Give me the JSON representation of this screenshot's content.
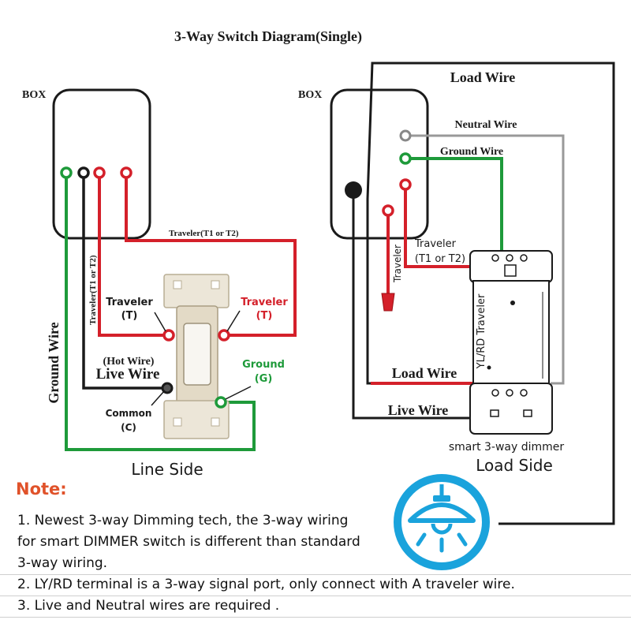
{
  "title": "3-Way Switch Diagram(Single)",
  "colors": {
    "traveler": "#d4202a",
    "ground": "#1e9a3a",
    "black": "#1a1a1a",
    "neutral": "#999999",
    "yellow": "#f5e12e",
    "note": "#e0522a",
    "logo": "#1aa3dc"
  },
  "left": {
    "box_label": "BOX",
    "traveler_top": "Traveler(T1 or T2)",
    "traveler_vertical": "Traveler(T1 or T2)",
    "traveler_left": "Traveler",
    "traveler_left_sub": "(T)",
    "traveler_right": "Traveler",
    "traveler_right_sub": "(T)",
    "hot_wire": "(Hot Wire)",
    "live_wire": "Live Wire",
    "ground_label": "Ground",
    "ground_sub": "(G)",
    "common": "Common",
    "common_sub": "(C)",
    "ground_wire": "Ground Wire",
    "side_label": "Line Side"
  },
  "right": {
    "box_label": "BOX",
    "load_wire_top": "Load Wire",
    "neutral_wire": "Neutral Wire",
    "ground_wire": "Ground  Wire",
    "traveler_vertical": "Traveler",
    "traveler_label": "Traveler",
    "traveler_sub": "(T1 or T2)",
    "yl_rd": "YL/RD Traveler",
    "load_wire": "Load Wire",
    "live_wire": "Live Wire",
    "dimmer_label": "smart 3-way dimmer",
    "side_label": "Load Side"
  },
  "note": {
    "title": "Note:",
    "lines": [
      "1. Newest 3-way Dimming tech, the 3-way wiring",
      "for smart DIMMER switch is different than standard",
      "3-way wiring.",
      "2. LY/RD terminal is a 3-way signal port, only connect with A traveler wire.",
      "3. Live and Neutral wires are required ."
    ]
  },
  "logo_icon": "ceiling-lamp-icon"
}
